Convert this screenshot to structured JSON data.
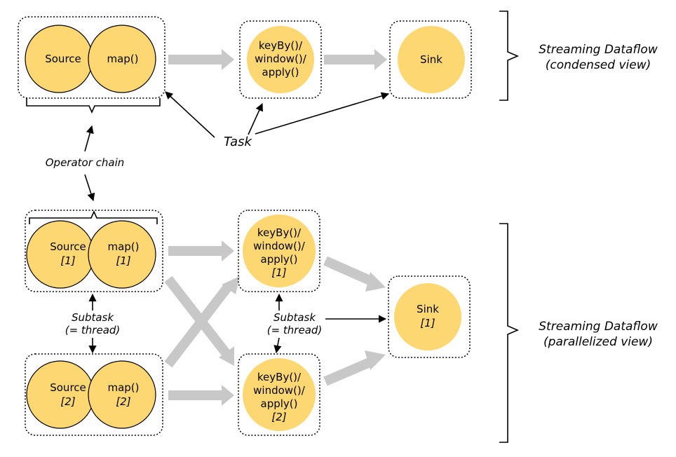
{
  "colors": {
    "operator_fill": "#FDD872",
    "flow_arrow": "#C8C8C8",
    "line": "#000000"
  },
  "condensed": {
    "source": "Source",
    "map": "map()",
    "window_op": [
      "keyBy()/",
      "window()/",
      "apply()"
    ],
    "sink": "Sink"
  },
  "parallel": {
    "source1": [
      "Source",
      "[1]"
    ],
    "map1": [
      "map()",
      "[1]"
    ],
    "window1": [
      "keyBy()/",
      "window()/",
      "apply()",
      "[1]"
    ],
    "sink1": [
      "Sink",
      "[1]"
    ],
    "source2": [
      "Source",
      "[2]"
    ],
    "map2": [
      "map()",
      "[2]"
    ],
    "window2": [
      "keyBy()/",
      "window()/",
      "apply()",
      "[2]"
    ]
  },
  "annotations": {
    "task": "Task",
    "operator_chain": "Operator chain",
    "subtask_left": [
      "Subtask",
      "(= thread)"
    ],
    "subtask_right": [
      "Subtask",
      "(= thread)"
    ],
    "condensed_label": [
      "Streaming Dataflow",
      "(condensed view)"
    ],
    "parallel_label": [
      "Streaming Dataflow",
      "(parallelized view)"
    ]
  }
}
